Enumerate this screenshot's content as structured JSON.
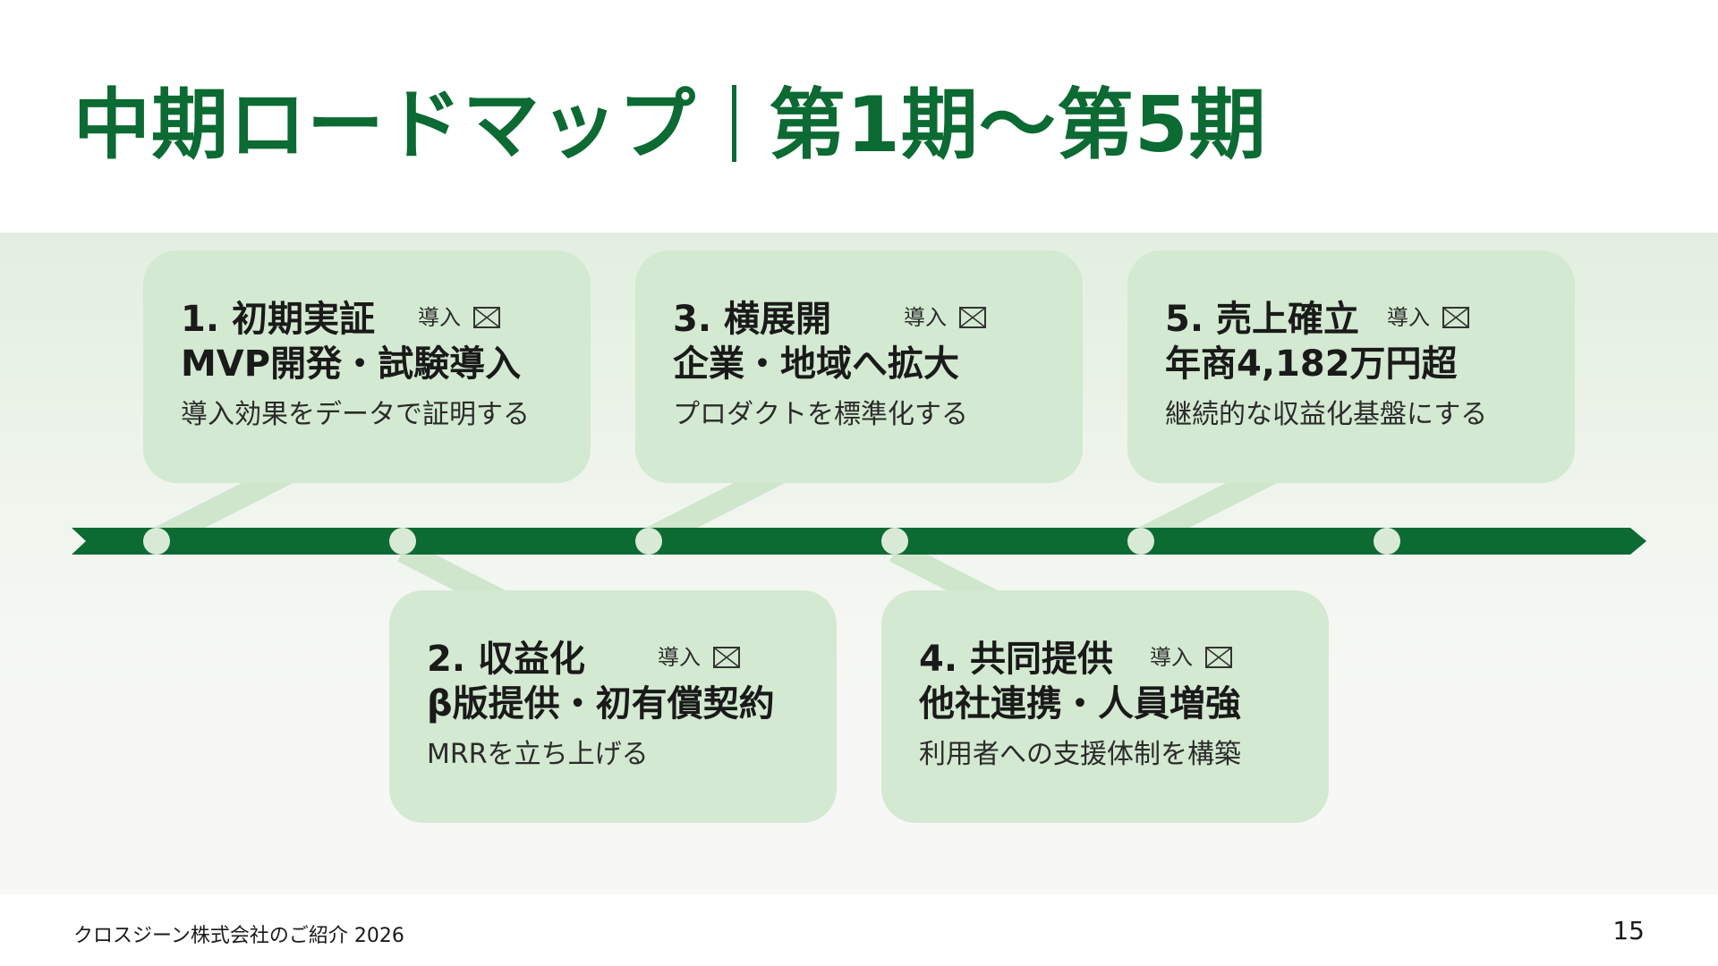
{
  "slide": {
    "title_left": "中期ロードマップ",
    "title_right": "第1期〜第5期",
    "footer_left": "クロスジーン株式会社のご紹介 2026",
    "page_number": "15"
  },
  "colors": {
    "brand_green": "#0c6a33",
    "card_fill": "#d3e9d1",
    "connector_fill": "#cfe6cd",
    "dot_fill": "#d8ead6",
    "text_dark": "#1a1a1a"
  },
  "phases": [
    {
      "heading": "1. 初期実証",
      "tag": "導入",
      "sub": "MVP開発・試験導入",
      "desc": "導入効果をデータで証明する"
    },
    {
      "heading": "2. 収益化",
      "tag": "導入",
      "sub": "β版提供・初有償契約",
      "desc": "MRRを立ち上げる"
    },
    {
      "heading": "3. 横展開",
      "tag": "導入",
      "sub": "企業・地域へ拡大",
      "desc": "プロダクトを標準化する"
    },
    {
      "heading": "4. 共同提供",
      "tag": "導入",
      "sub": "他社連携・人員増強",
      "desc": "利用者への支援体制を構築"
    },
    {
      "heading": "5. 売上確立",
      "tag": "導入",
      "sub": "年商4,182万円超",
      "desc": "継続的な収益化基盤にする"
    }
  ]
}
